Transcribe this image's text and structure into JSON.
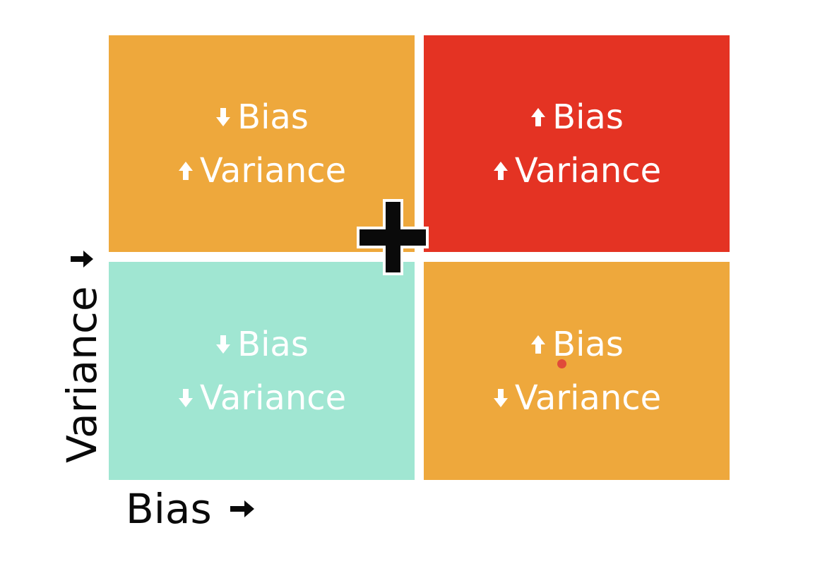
{
  "colors": {
    "orange": "#eea83c",
    "red": "#e43323",
    "teal": "#a0e6d2",
    "text_on_tile": "#ffffff",
    "axis_text": "#0a0a0a",
    "cursor": "#0a0a0a",
    "dot": "#e04a3a"
  },
  "quadrants": {
    "top_left": {
      "fill": "orange",
      "line1": {
        "arrow": "down-arrow-icon",
        "text": "Bias"
      },
      "line2": {
        "arrow": "up-arrow-icon",
        "text": "Variance"
      }
    },
    "top_right": {
      "fill": "red",
      "line1": {
        "arrow": "up-arrow-icon",
        "text": "Bias"
      },
      "line2": {
        "arrow": "up-arrow-icon",
        "text": "Variance"
      }
    },
    "bottom_left": {
      "fill": "teal",
      "line1": {
        "arrow": "down-arrow-icon",
        "text": "Bias"
      },
      "line2": {
        "arrow": "down-arrow-icon",
        "text": "Variance"
      }
    },
    "bottom_right": {
      "fill": "orange",
      "line1": {
        "arrow": "up-arrow-icon",
        "text": "Bias"
      },
      "line2": {
        "arrow": "down-arrow-icon",
        "text": "Variance"
      }
    }
  },
  "axes": {
    "y": {
      "label": "Variance",
      "arrow": "right-arrow-icon"
    },
    "x": {
      "label": "Bias",
      "arrow": "right-arrow-icon"
    }
  },
  "cursor_icon": "plus-cursor-icon"
}
